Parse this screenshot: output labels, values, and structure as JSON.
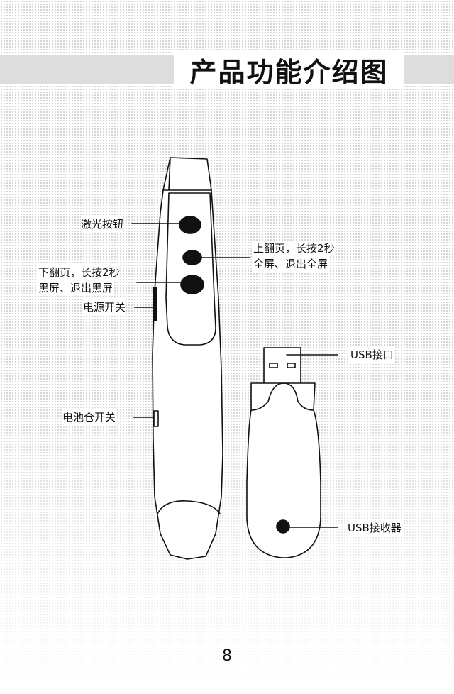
{
  "header": {
    "title": "产品功能介绍图"
  },
  "labels": {
    "laser_button": "激光按钮",
    "page_up_line1": "上翻页，长按2秒",
    "page_up_line2": "全屏、退出全屏",
    "page_down_line1": "下翻页，长按2秒",
    "page_down_line2": "黑屏、退出黑屏",
    "power_switch": "电源开关",
    "usb_port": "USB接口",
    "battery_switch": "电池仓开关",
    "usb_receiver": "USB接收器"
  },
  "footer": {
    "page_number": "8"
  },
  "colors": {
    "band": "#dddddd",
    "ink": "#111111",
    "dot": "#c9c9c9"
  }
}
